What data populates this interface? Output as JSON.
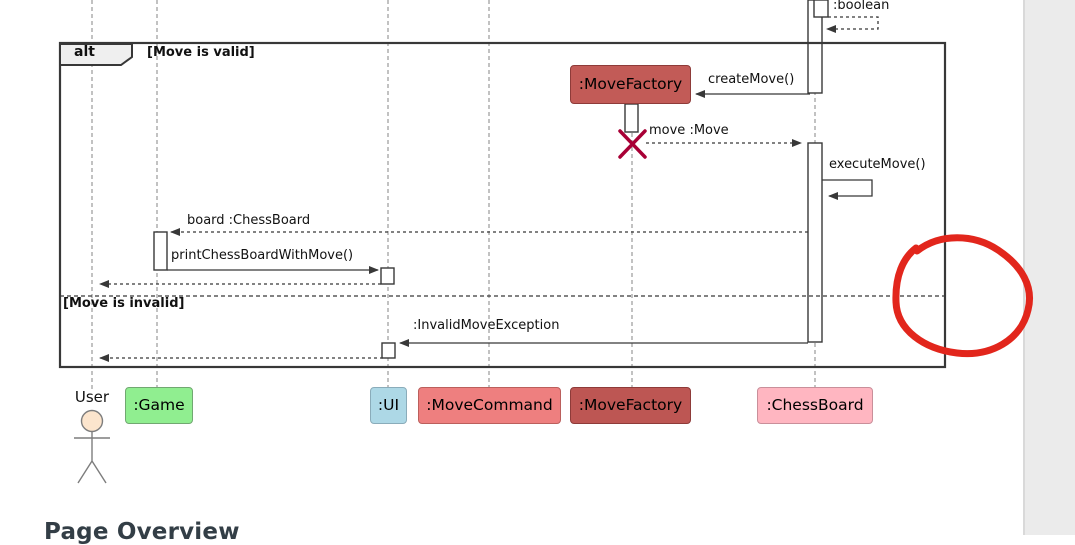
{
  "diagram": {
    "type": "uml-sequence-diagram",
    "fragment": {
      "operator": "alt",
      "guard_valid": "[Move is valid]",
      "guard_invalid": "[Move is invalid]"
    },
    "messages": {
      "boolean_return": ":boolean",
      "create_move": "createMove()",
      "move_return": "move :Move",
      "execute_move": "executeMove()",
      "board_return": "board :ChessBoard",
      "print_chessboard": "printChessBoardWithMove()",
      "invalid_move_exception": ":InvalidMoveException"
    },
    "created_participant": {
      "label": ":MoveFactory",
      "color": "#c25b57"
    },
    "participants": [
      {
        "label": "User",
        "type": "actor"
      },
      {
        "label": ":Game",
        "color": "#90ee90"
      },
      {
        "label": ":UI",
        "color": "#add8e6"
      },
      {
        "label": ":MoveCommand",
        "color": "#ee7f7f"
      },
      {
        "label": ":MoveFactory",
        "color": "#bd5653"
      },
      {
        "label": ":ChessBoard",
        "color": "#ffb6c1"
      }
    ],
    "icons": {
      "actor": "stick-figure-icon",
      "destroy": "destroy-x-icon"
    },
    "colors": {
      "frame_border": "#383838",
      "lifeline": "#9a9a9a",
      "destroy_x": "#a80036",
      "actor_head": "#fce5cd"
    }
  },
  "annotation": {
    "shape": "hand-drawn circle",
    "color": "#e2261c"
  },
  "page": {
    "heading": "Page Overview",
    "sidebar_bg": "#ebebeb"
  }
}
